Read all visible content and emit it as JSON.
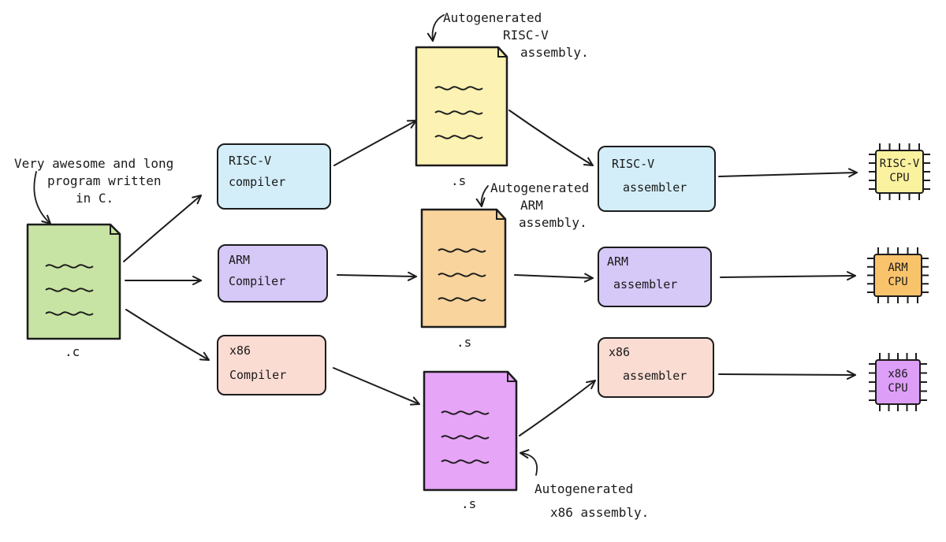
{
  "source": {
    "note": [
      "Very awesome and long",
      "program written",
      "in C."
    ],
    "ext": ".c"
  },
  "compilers": [
    {
      "line1": "RISC-V",
      "line2": "compiler",
      "color": "#d3eef9"
    },
    {
      "line1": "ARM",
      "line2": "Compiler",
      "color": "#d6c8f7"
    },
    {
      "line1": "x86",
      "line2": "Compiler",
      "color": "#fbdcd3"
    }
  ],
  "assembly": [
    {
      "ext": ".s",
      "note": [
        "Autogenerated",
        "RISC-V",
        "assembly."
      ],
      "color": "#fbf2b3"
    },
    {
      "ext": ".s",
      "note": [
        "Autogenerated",
        "ARM",
        "assembly."
      ],
      "color": "#f9d49c"
    },
    {
      "ext": ".s",
      "note": [
        "Autogenerated",
        "x86 assembly."
      ],
      "color": "#e6a5f6"
    }
  ],
  "assemblers": [
    {
      "line1": "RISC-V",
      "line2": "assembler",
      "color": "#d3eef9"
    },
    {
      "line1": "ARM",
      "line2": "assembler",
      "color": "#d6c8f7"
    },
    {
      "line1": "x86",
      "line2": "assembler",
      "color": "#fbdcd3"
    }
  ],
  "cpus": [
    {
      "line1": "RISC-V",
      "line2": "CPU",
      "color": "#fbf2a0"
    },
    {
      "line1": "ARM",
      "line2": "CPU",
      "color": "#f9c36b"
    },
    {
      "line1": "x86",
      "line2": "CPU",
      "color": "#dd9ef7"
    }
  ],
  "source_color": "#c8e4a4"
}
